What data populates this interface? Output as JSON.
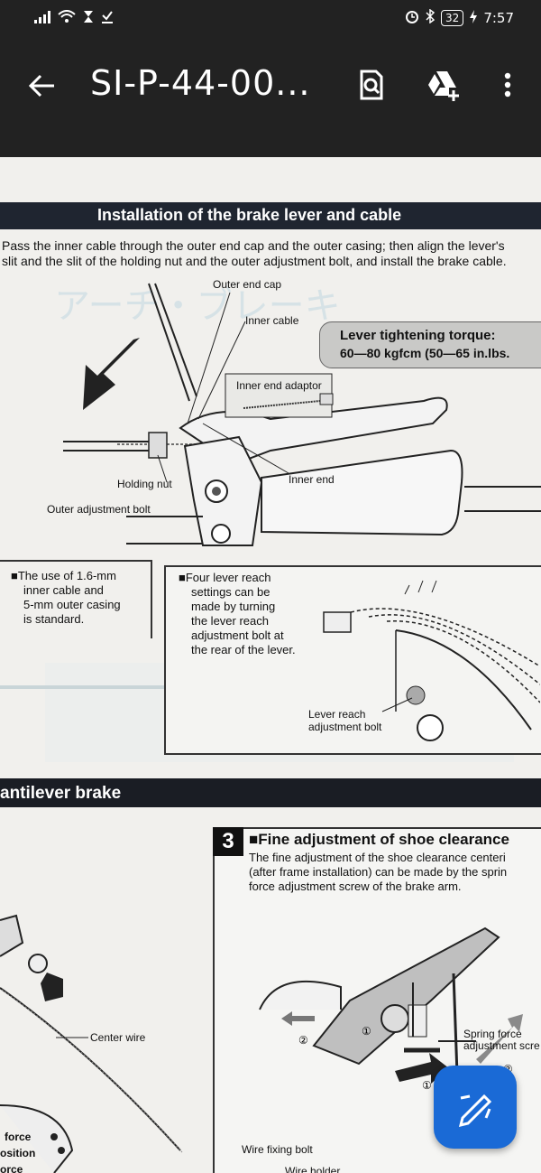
{
  "status_bar": {
    "battery": "32",
    "time": "7:57"
  },
  "app_bar": {
    "title": "SI-P-44-00..."
  },
  "document": {
    "section1_heading": "Installation of the brake lever and cable",
    "intro_line1": "Pass the inner cable through the outer end cap and the outer casing; then align the lever's",
    "intro_line2": "slit and the slit of the holding nut and the outer adjustment bolt, and install the brake cable.",
    "labels": {
      "outer_end_cap": "Outer end cap",
      "inner_cable": "Inner cable",
      "inner_end_adaptor": "Inner end adaptor",
      "holding_nut": "Holding nut",
      "outer_adjustment_bolt": "Outer adjustment bolt",
      "inner_end": "Inner end",
      "lever_reach_line1": "Lever reach",
      "lever_reach_line2": "adjustment bolt"
    },
    "torque_line1": "Lever tightening torque:",
    "torque_line2": "60—80 kgfcm (50—65 in.lbs.",
    "note_cable": [
      "■The use of 1.6-mm",
      "inner cable and",
      "5-mm outer casing",
      "is standard."
    ],
    "note_lever": [
      "■Four lever reach",
      "settings can be",
      "made by turning",
      "the lever reach",
      "adjustment bolt at",
      "the rear of the lever."
    ],
    "section2_heading": "antilever brake",
    "step_number": "3",
    "step_title": "■Fine adjustment of shoe clearance",
    "step_text": [
      "The fine adjustment of the shoe clearance centeri",
      "(after frame installation) can be made by the sprin",
      "force adjustment screw of the brake arm."
    ],
    "labels2": {
      "center_wire": "Center wire",
      "spring_force_line1": "Spring force",
      "spring_force_line2": "adjustment scre",
      "wire_fixing_bolt": "Wire fixing bolt",
      "wire_holder": "Wire holder",
      "left_force": "force",
      "left_position": "osition",
      "left_force2": "orce"
    },
    "circled": [
      "②",
      "①",
      "①",
      "②"
    ]
  }
}
